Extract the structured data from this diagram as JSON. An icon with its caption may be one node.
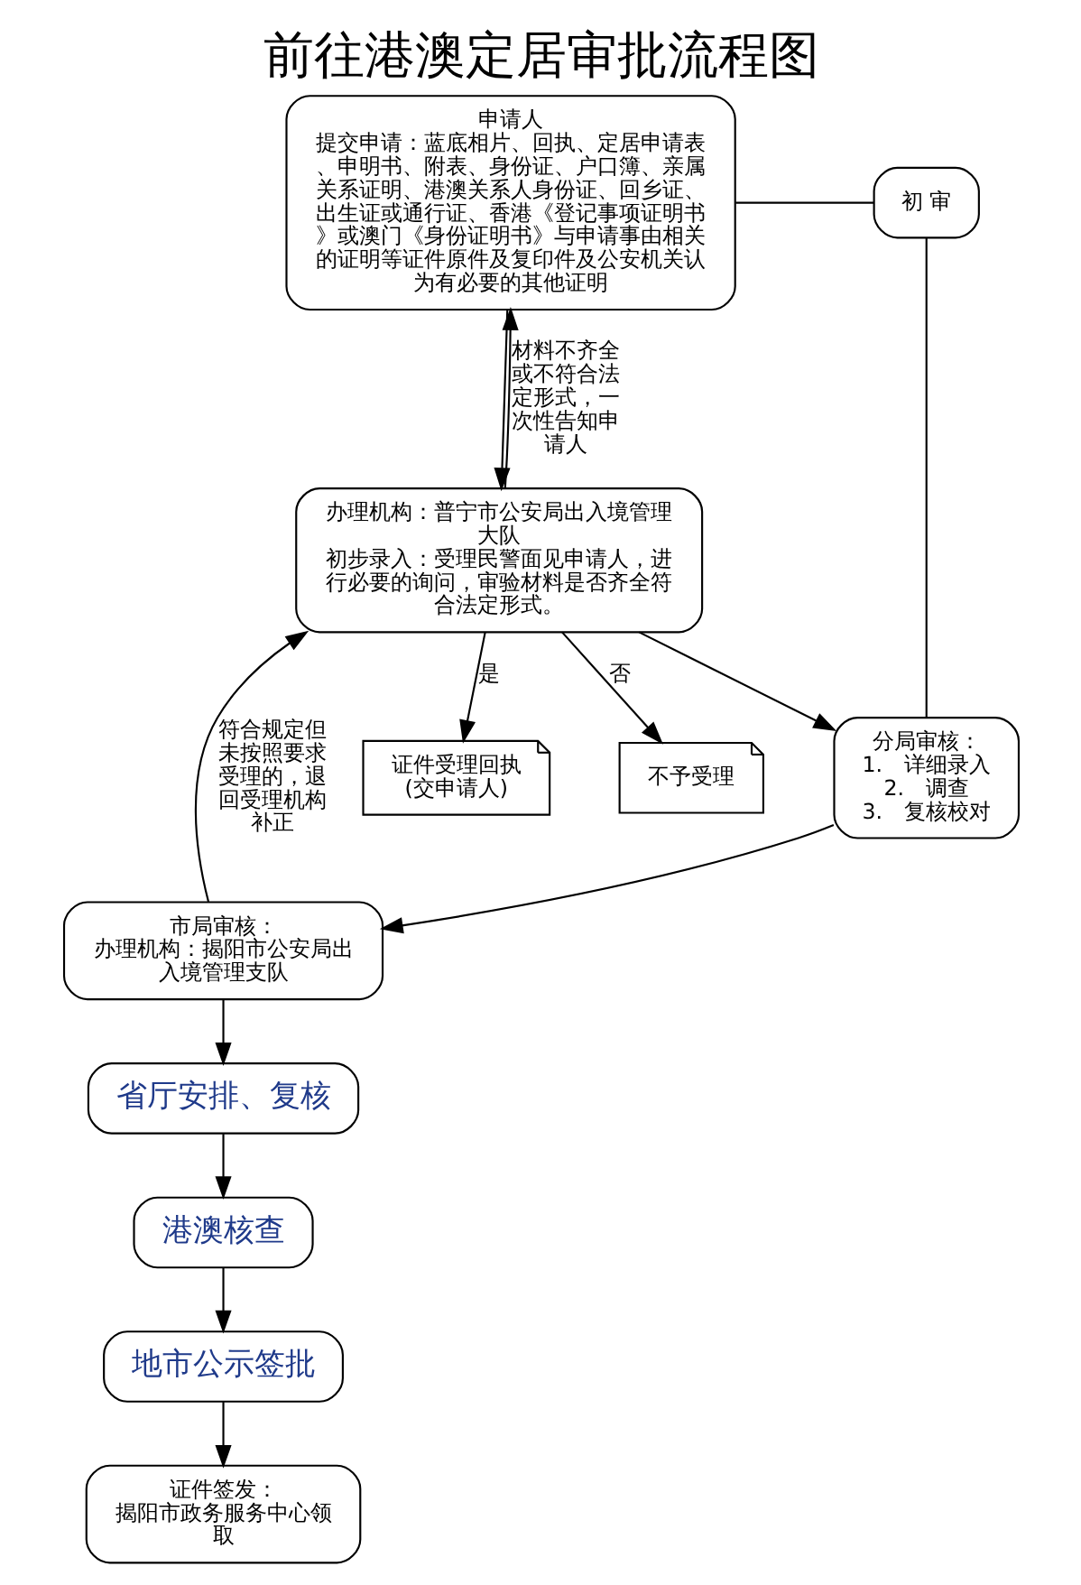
{
  "diagram": {
    "title": "前往港澳定居审批流程图",
    "nodes": [
      {
        "text": [
          "申请人",
          "提交申请：蓝底相片、回执、定居申请表、申明书、附表、身份证、户口簿、亲属关系证明、港澳关系人身份证、回乡证、出生证或通行证、香港《登记事项证明书》或澳门《身份证明书》与申请事由相关的证明等证件原件及复印件及公安机关认为有必要的其他证明"
        ]
      },
      {
        "text": [
          "办理机构：普宁市公安局出入境管理大队",
          "初步录入：受理民警面见申请人，进行必要的询问，审验材料是否齐全符合法定形式。"
        ]
      },
      {
        "text": [
          "不予受理"
        ]
      },
      {
        "text": [
          "证件受理回执(交申请人)"
        ]
      },
      {
        "text": [
          "初 审"
        ]
      },
      {
        "text": [
          "分局审核：",
          "1.　详细录入",
          "2.　调查",
          "3.　复核校对"
        ]
      },
      {
        "text": [
          "市局审核：",
          "办理机构：揭阳市公安局出入境管理支队"
        ]
      },
      {
        "text": [
          "省厅安排、复核"
        ]
      },
      {
        "text": [
          "港澳核查"
        ]
      },
      {
        "text": [
          "地市公示签批"
        ]
      },
      {
        "text": [
          "证件签发：",
          "揭阳市政务服务中心领取"
        ]
      }
    ],
    "edges": [
      {
        "from": 0,
        "to": 1,
        "arrow": "to"
      },
      {
        "from": 1,
        "to": 2,
        "arrow": "to",
        "label": "否"
      },
      {
        "from": 1,
        "to": 3,
        "arrow": "to",
        "label": "是"
      },
      {
        "from": 1,
        "to": 0,
        "arrow": "to",
        "label": "材料不齐全或不符合法定形式，一次性告知申请人"
      },
      {
        "from": 0,
        "to": 4,
        "arrow": "none"
      },
      {
        "from": 4,
        "to": 5,
        "arrow": "none"
      },
      {
        "from": 1,
        "to": 5,
        "arrow": "to"
      },
      {
        "from": 5,
        "to": 6,
        "arrow": "to"
      },
      {
        "from": 6,
        "to": 1,
        "arrow": "to",
        "label": "符合规定但未按照要求受理的，退回受理机构补正"
      },
      {
        "from": 6,
        "to": 7,
        "arrow": "to"
      },
      {
        "from": 7,
        "to": 8,
        "arrow": "to"
      },
      {
        "from": 8,
        "to": 9,
        "arrow": "to"
      },
      {
        "from": 9,
        "to": 10,
        "arrow": "to"
      }
    ]
  }
}
